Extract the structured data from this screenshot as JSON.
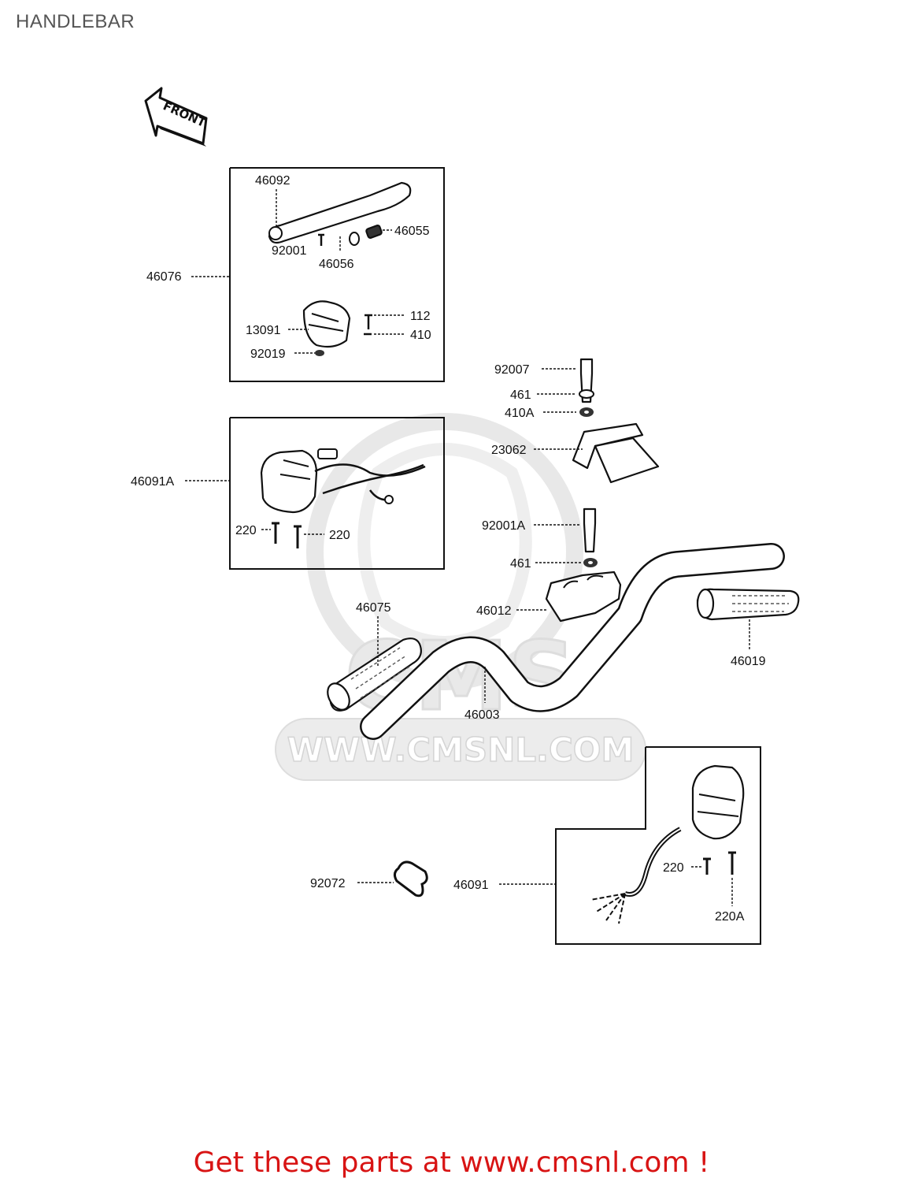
{
  "page": {
    "title": "HANDLEBAR"
  },
  "front_arrow": {
    "text": "FRONT"
  },
  "watermark": {
    "brand": "CMS",
    "url": "WWW.CMSNL.COM"
  },
  "callouts": [
    "46092",
    "46055",
    "92001",
    "46056",
    "46076",
    "112",
    "13091",
    "410",
    "92019",
    "92007",
    "461",
    "410A",
    "23062",
    "46091A",
    "92001A",
    "220",
    "220",
    "461",
    "46075",
    "46012",
    "46019",
    "46003",
    "220",
    "92072",
    "46091",
    "220A"
  ],
  "footer": {
    "cta": "Get these parts at www.cmsnl.com !"
  },
  "colors": {
    "cta": "#d81414",
    "title": "#555555",
    "watermark": "#e6e6e6",
    "linework": "#111111"
  }
}
